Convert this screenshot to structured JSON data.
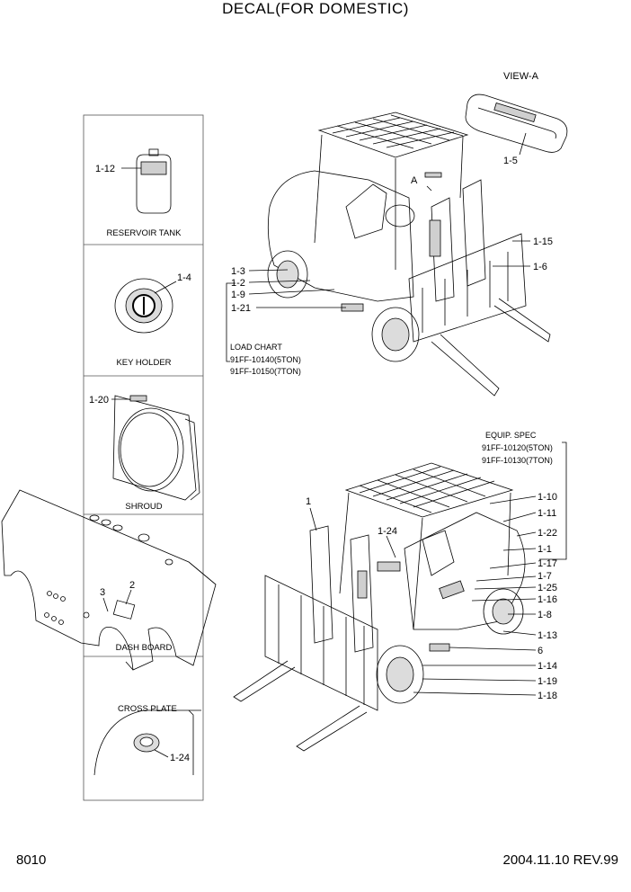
{
  "title": "DECAL(FOR DOMESTIC)",
  "page_number": "8010",
  "revision": "2004.11.10 REV.99",
  "view_label": "VIEW-A",
  "view_marker": "A",
  "panels": {
    "reservoir": {
      "caption": "RESERVOIR TANK",
      "callout": "1-12"
    },
    "key": {
      "caption": "KEY HOLDER",
      "callout": "1-4"
    },
    "shroud": {
      "caption": "SHROUD",
      "callout": "1-20"
    },
    "dash": {
      "caption": "DASH BOARD",
      "callout_2": "2",
      "callout_3": "3"
    },
    "cross": {
      "caption": "CROSS PLATE",
      "callout": "1-24"
    }
  },
  "top_view": {
    "view_a_callout": "1-5",
    "right": [
      "1-15",
      "1-6"
    ],
    "left": [
      "1-3",
      "1-2",
      "1-9",
      "1-21"
    ],
    "load_chart": {
      "label": "LOAD CHART",
      "part_5ton": "91FF-10140(5TON)",
      "part_7ton": "91FF-10150(7TON)"
    }
  },
  "bottom_view": {
    "equip_spec": {
      "label": "EQUIP. SPEC",
      "part_5ton": "91FF-10120(5TON)",
      "part_7ton": "91FF-10130(7TON)"
    },
    "left": [
      "1",
      "1-24"
    ],
    "right": [
      "1-10",
      "1-11",
      "1-22",
      "1-1",
      "1-17",
      "1-25",
      "1-7",
      "1-16",
      "1-8",
      "1-13",
      "6",
      "1-14",
      "1-19",
      "1-18"
    ]
  }
}
